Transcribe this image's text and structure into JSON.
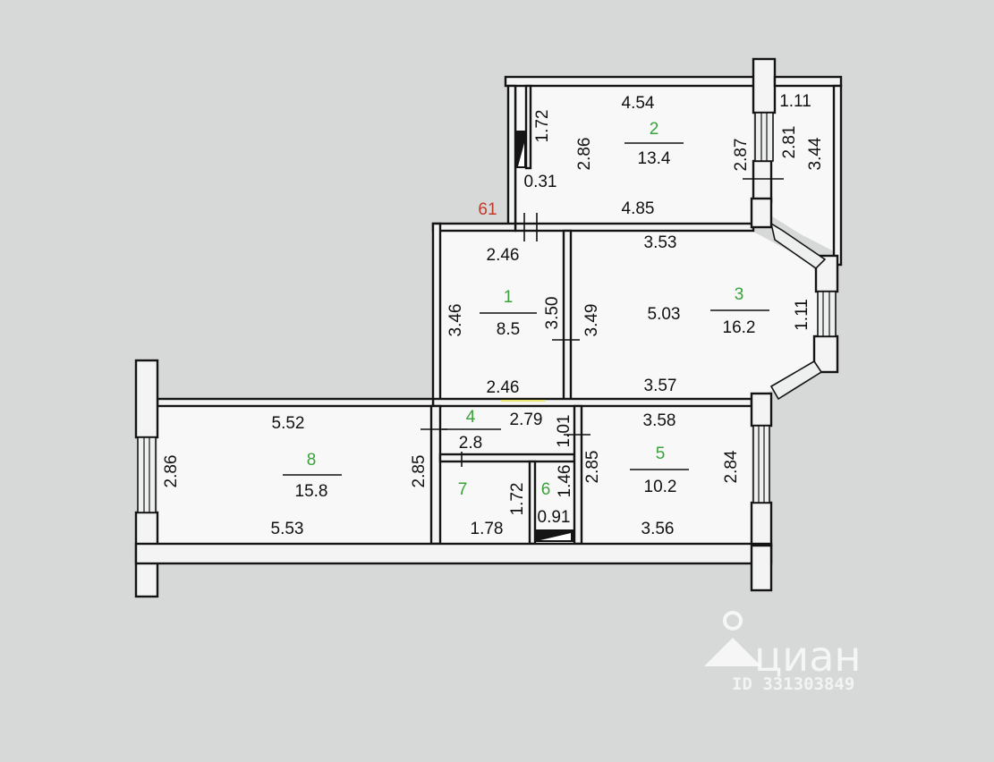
{
  "rooms": [
    {
      "id": "1",
      "number": "1",
      "area": "8.5"
    },
    {
      "id": "2",
      "number": "2",
      "area": "13.4"
    },
    {
      "id": "3",
      "number": "3",
      "area": "16.2"
    },
    {
      "id": "4",
      "number": "4"
    },
    {
      "id": "5",
      "number": "5",
      "area": "10.2"
    },
    {
      "id": "6",
      "number": "6"
    },
    {
      "id": "7",
      "number": "7"
    },
    {
      "id": "8",
      "number": "8",
      "area": "15.8"
    }
  ],
  "dimensions": {
    "r2_top": "4.54",
    "r2_bottom": "4.85",
    "r2_left": "2.86",
    "r2_right": "2.87",
    "closet_h": "1.72",
    "closet_w": "0.31",
    "balcony_w": "1.11",
    "balcony_win": "2.81",
    "balcony_h": "3.44",
    "mark_61": "61",
    "r1_top": "2.46",
    "r1_bottom": "2.46",
    "r1_left": "3.46",
    "r1_right": "3.50",
    "r3_top": "3.53",
    "r3_bottom": "3.57",
    "r3_left": "3.49",
    "r3_mid": "5.03",
    "r3_bay": "1.11",
    "r4_top": "2.79",
    "r4_bottom": "2.8",
    "r4_right": "1.01",
    "r5_top": "3.58",
    "r5_bottom": "3.56",
    "r5_left": "2.85",
    "r5_right": "2.84",
    "r6_h": "1.46",
    "r6_w": "0.91",
    "r7_h": "1.72",
    "r7_w": "1.78",
    "r8_top": "5.52",
    "r8_bottom": "5.53",
    "r8_left": "2.86",
    "r8_right": "2.85"
  },
  "watermark": {
    "brand": "циан",
    "id": "ID 331303849"
  }
}
